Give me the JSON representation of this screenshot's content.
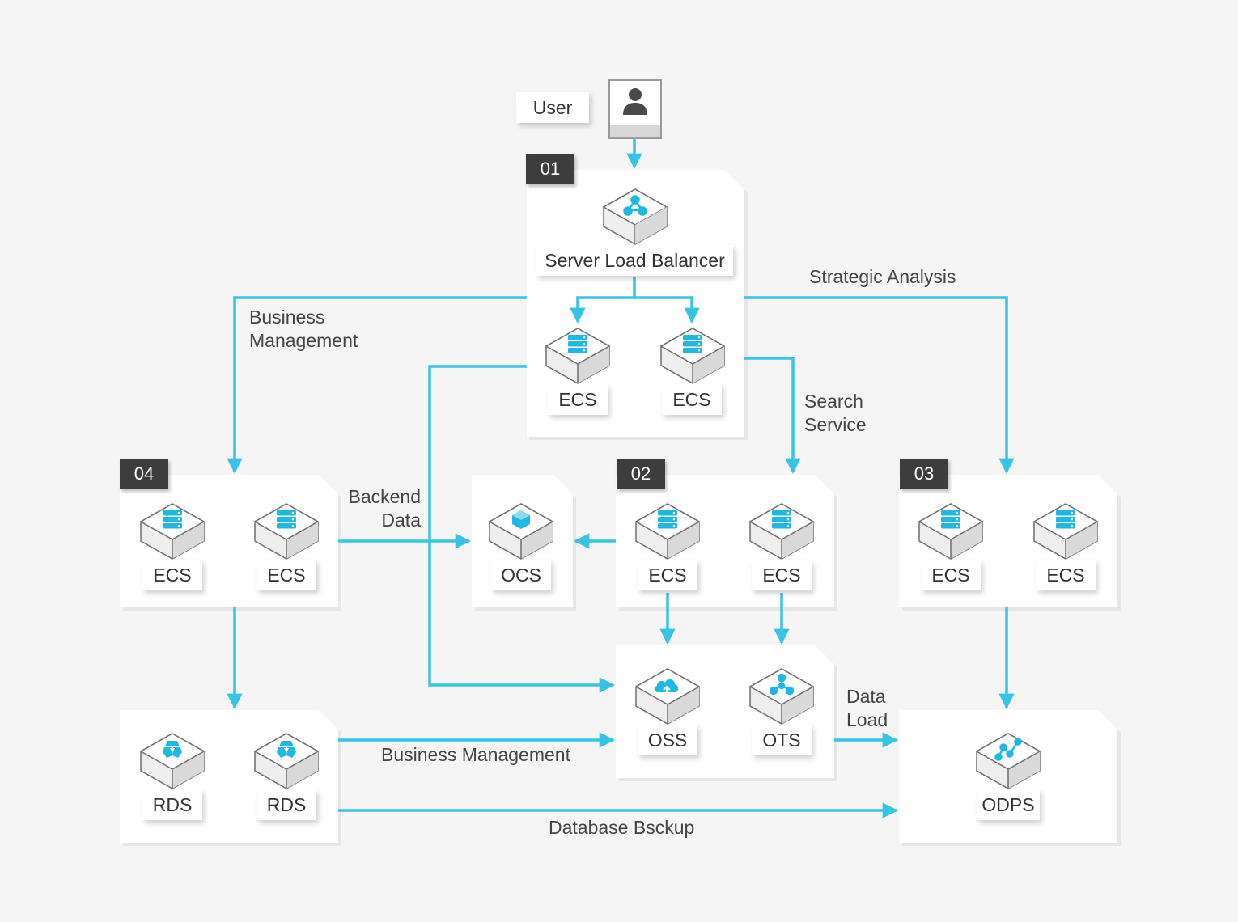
{
  "colors": {
    "connector": "#36c4e6",
    "icon": "#1fb8e3",
    "badge": "#3d3d3d"
  },
  "user": {
    "label": "User",
    "icon": "user-icon"
  },
  "groups": {
    "g01": {
      "badge": "01",
      "slb_label": "Server Load Balancer",
      "ecs_a": "ECS",
      "ecs_b": "ECS"
    },
    "g02": {
      "badge": "02",
      "ecs_a": "ECS",
      "ecs_b": "ECS"
    },
    "g03": {
      "badge": "03",
      "ecs_a": "ECS",
      "ecs_b": "ECS"
    },
    "g04": {
      "badge": "04",
      "ecs_a": "ECS",
      "ecs_b": "ECS"
    },
    "ocs": {
      "label": "OCS"
    },
    "storage": {
      "oss": "OSS",
      "ots": "OTS"
    },
    "rds": {
      "rds_a": "RDS",
      "rds_b": "RDS"
    },
    "odps": {
      "label": "ODPS"
    }
  },
  "edges": {
    "business_management_top": [
      "Business",
      "Management"
    ],
    "strategic_analysis": "Strategic Analysis",
    "search_service": [
      "Search",
      "Service"
    ],
    "backend_data": [
      "Backend",
      "Data"
    ],
    "business_management_bottom": "Business Management",
    "data_load": [
      "Data",
      "Load"
    ],
    "database_backup": "Database Bsckup"
  }
}
